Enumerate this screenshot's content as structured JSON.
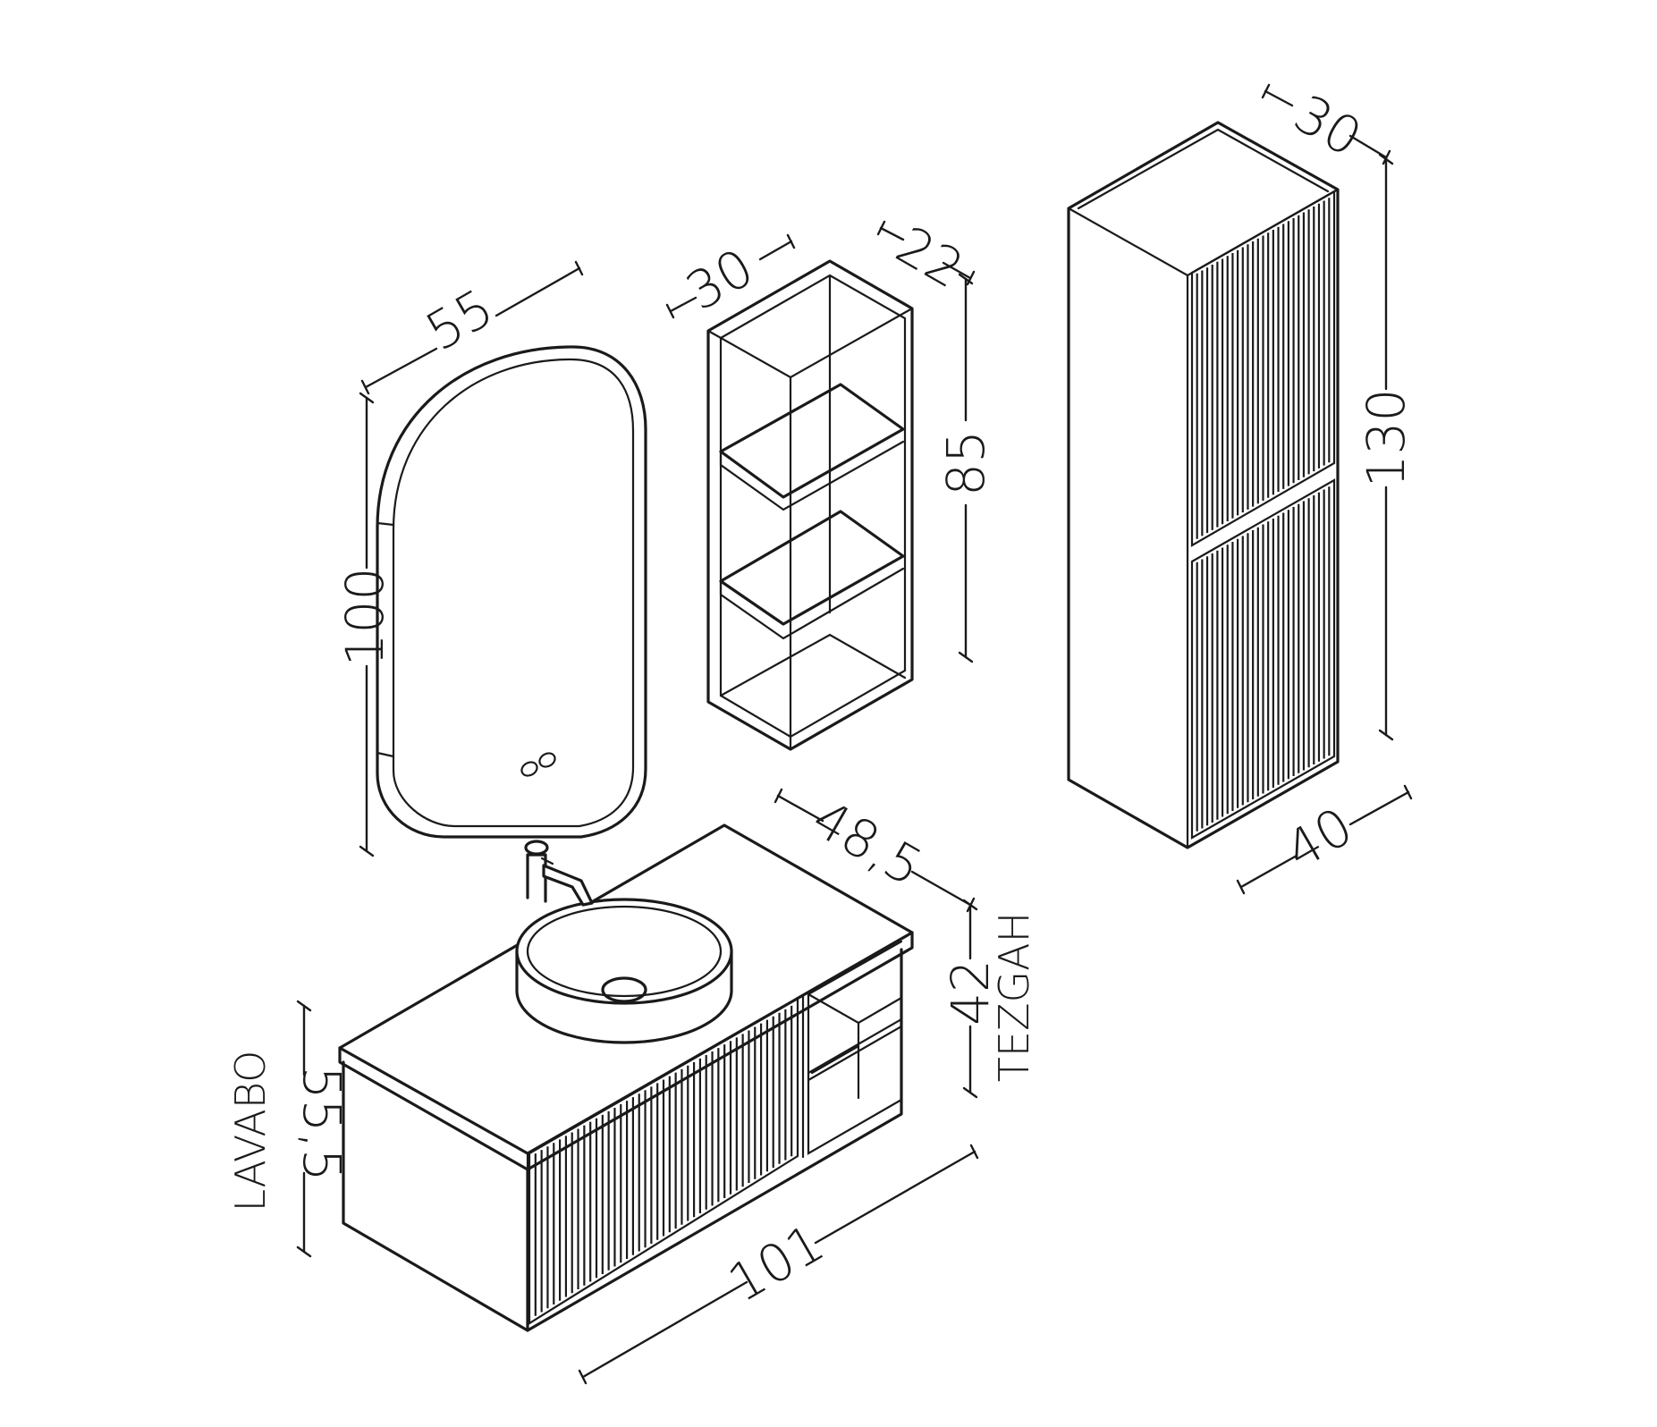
{
  "dimensions": {
    "mirror_width": "55",
    "mirror_height": "100",
    "shelf_width": "30",
    "shelf_depth": "22",
    "shelf_height": "85",
    "tall_cabinet_depth": "30",
    "tall_cabinet_height": "130",
    "tall_cabinet_width": "40",
    "vanity_depth": "48,5",
    "countertop_height": "42",
    "vanity_width": "101",
    "basin_unit_height": "55,5"
  },
  "labels": {
    "countertop": "TEZGAH",
    "basin_unit": "LAVABO"
  },
  "icons": {
    "mirror_touch_controls": "touch-control-icon"
  }
}
